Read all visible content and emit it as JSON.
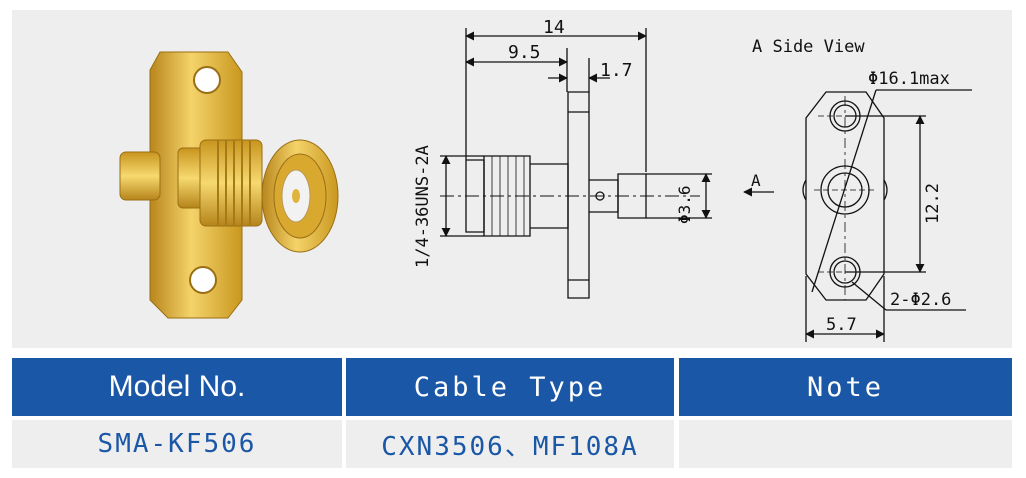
{
  "drawing": {
    "dim_overall": "14",
    "dim_body": "9.5",
    "dim_flange": "1.7",
    "thread": "1/4-36UNS-2A",
    "pin_diameter": "Φ3.6",
    "side_view_title": "A Side View",
    "view_marker": "A",
    "flange_width": "Φ16.1max",
    "hole_spacing": "12.2",
    "hole_spec": "2-Φ2.6",
    "flange_thickness": "5.7"
  },
  "table": {
    "headers": [
      "Model No.",
      "Cable Type",
      "Note"
    ],
    "row": [
      "SMA-KF506",
      "CXN3506、MF108A",
      ""
    ]
  },
  "colors": {
    "header_bg": "#1a57a6",
    "header_text": "#ffffff",
    "cell_text": "#1a57a6",
    "panel_bg": "#eeeeee",
    "gold": "#e0b33a"
  }
}
